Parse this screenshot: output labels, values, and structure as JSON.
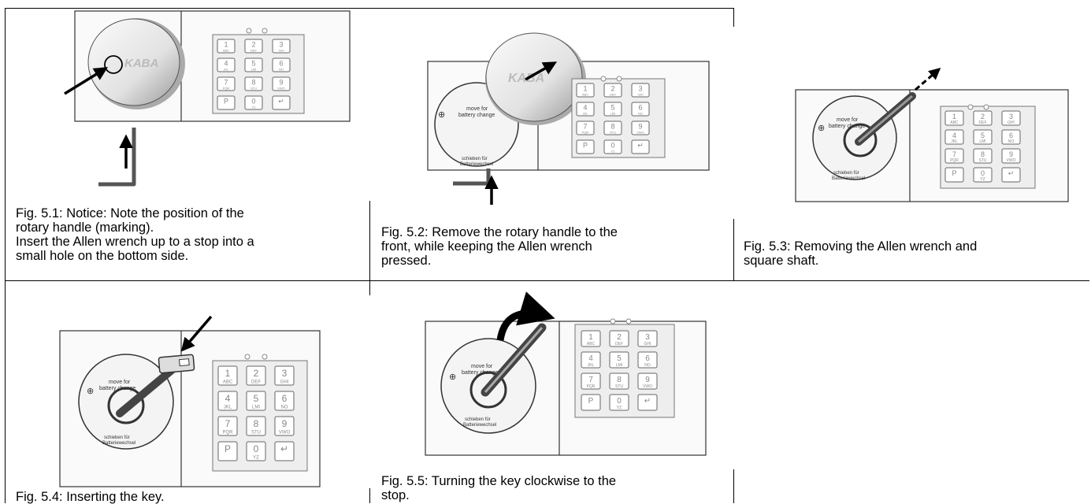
{
  "captions": {
    "fig51": [
      "Fig. 5.1: Notice: Note the position of the",
      "rotary handle (marking).",
      "Insert the Allen wrench up to a stop into a",
      "small hole on the bottom side."
    ],
    "fig52": [
      "Fig. 5.2: Remove the rotary handle to the",
      "front, while keeping the Allen wrench",
      "pressed."
    ],
    "fig53": [
      "Fig. 5.3: Removing the Allen wrench and",
      "square shaft."
    ],
    "fig54": [
      "Fig. 5.4: Inserting the key."
    ],
    "fig55": [
      "Fig. 5.5: Turning the key clockwise to the",
      "stop."
    ]
  },
  "labels": {
    "brand": "KABA",
    "move_for": "move for",
    "battery_change": "battery change",
    "schieben_fur": "schieben für",
    "batteriewechsel": "Batteriewechsel"
  },
  "keypad_keys": [
    {
      "digit": "1",
      "letters": "ABC"
    },
    {
      "digit": "2",
      "letters": "DEF"
    },
    {
      "digit": "3",
      "letters": "GHI"
    },
    {
      "digit": "4",
      "letters": "JKL"
    },
    {
      "digit": "5",
      "letters": "LMI"
    },
    {
      "digit": "6",
      "letters": "NO"
    },
    {
      "digit": "7",
      "letters": "PQR"
    },
    {
      "digit": "8",
      "letters": "STU"
    },
    {
      "digit": "9",
      "letters": "VWO"
    },
    {
      "digit": "P",
      "letters": ""
    },
    {
      "digit": "0",
      "letters": "YZ"
    },
    {
      "digit": "↵",
      "letters": ""
    }
  ]
}
